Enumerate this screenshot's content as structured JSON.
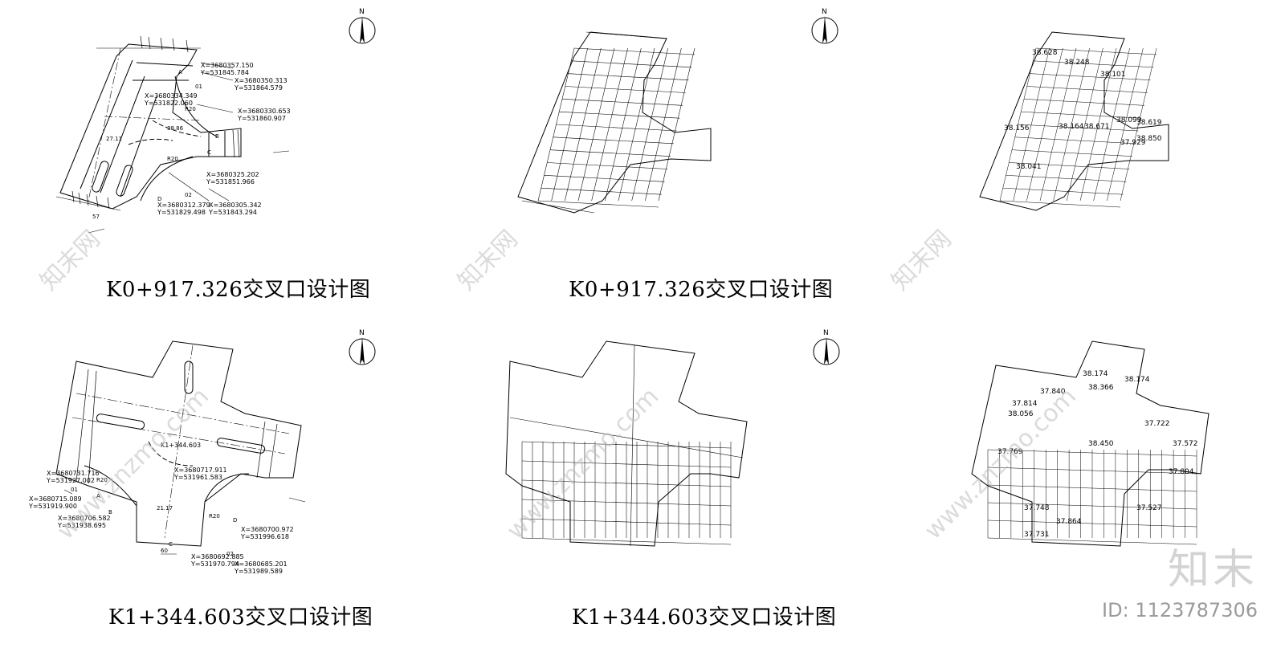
{
  "titles": {
    "p1": "K0+917.326交叉口设计图",
    "p2": "K0+917.326交叉口设计图",
    "p4": "K1+344.603交叉口设计图",
    "p5": "K1+344.603交叉口设计图"
  },
  "north_label": "N",
  "watermark": {
    "logo_text": "知末",
    "image_id": "ID: 1123787306",
    "site_text": "www.znzmo.com",
    "cn_text": "知末网"
  },
  "p1_labels": {
    "c1x": "X=3680357.150",
    "c1y": "Y=531845.784",
    "c2x": "X=3680350.313",
    "c2y": "Y=531864.579",
    "c3x": "X=3680334.349",
    "c3y": "Y=531822.060",
    "c4x": "X=3680330.653",
    "c4y": "Y=531860.907",
    "c5x": "X=3680325.202",
    "c5y": "Y=531851.966",
    "c6x": "X=3680312.379",
    "c6y": "Y=531829.498",
    "c7x": "X=3680305.342",
    "c7y": "Y=531843.294",
    "pA": "A",
    "pB": "B",
    "pC": "C",
    "pD": "D",
    "p01": "01",
    "p02": "02",
    "r1": "R20",
    "r2": "R20",
    "d1": "38.86",
    "d2": "27.11",
    "s1": "57"
  },
  "p4_labels": {
    "center": "K1+344.603",
    "c1x": "X=3680717.911",
    "c1y": "Y=531961.583",
    "c2x": "X=3680731.716",
    "c2y": "Y=531927.002",
    "c3x": "X=3680715.089",
    "c3y": "Y=531919.900",
    "c4x": "X=3680706.582",
    "c4y": "Y=531938.695",
    "c5x": "X=3680692.885",
    "c5y": "Y=531970.794",
    "c6x": "X=3680685.201",
    "c6y": "Y=531989.589",
    "c7x": "X=3680700.972",
    "c7y": "Y=531996.618",
    "p01": "01",
    "p02": "02",
    "pA": "A",
    "pB": "B",
    "pC": "C",
    "pD": "D",
    "r1": "R20",
    "r2": "R20",
    "d1": "21.17",
    "s1": "60"
  },
  "p3_elev": [
    "38.628",
    "38.248",
    "38.101",
    "38.619",
    "38.099",
    "38.850",
    "38.671",
    "38.164",
    "38.156",
    "37.929",
    "38.041"
  ],
  "p6_elev": [
    "37.814",
    "37.840",
    "38.174",
    "38.174",
    "38.366",
    "38.056",
    "38.450",
    "37.722",
    "37.572",
    "37.769",
    "37.804",
    "37.748",
    "37.864",
    "37.731",
    "37.527"
  ],
  "colors": {
    "line": "#000000",
    "watermark": "#c8c8c8",
    "id": "#9a9a9a"
  }
}
